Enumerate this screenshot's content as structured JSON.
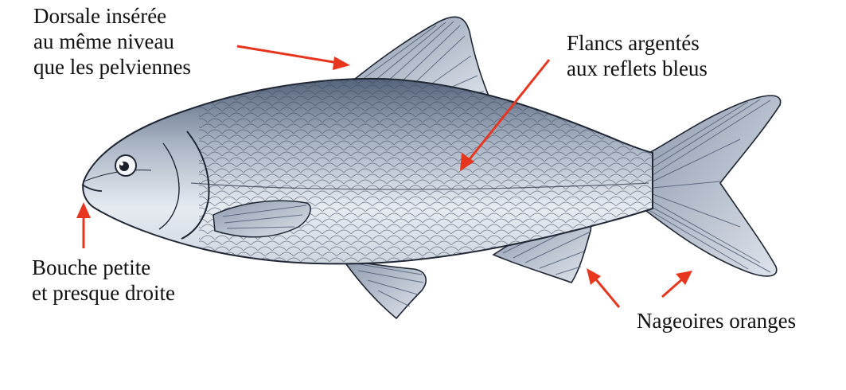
{
  "labels": {
    "dorsal": [
      "Dorsale insérée",
      "au même niveau",
      "que les pelviennes"
    ],
    "flancs": [
      "Flancs argentés",
      "aux reflets bleus"
    ],
    "bouche": [
      "Bouche petite",
      "et presque droite"
    ],
    "nageoires": [
      "Nageoires oranges"
    ]
  },
  "colors": {
    "arrow": "#e8351e",
    "body_light": "#e6ebf1",
    "body_mid": "#a9b4c4",
    "body_dark": "#4a5870",
    "outline": "#1f2633",
    "fin": "#b9c3d2",
    "text": "#111111"
  }
}
